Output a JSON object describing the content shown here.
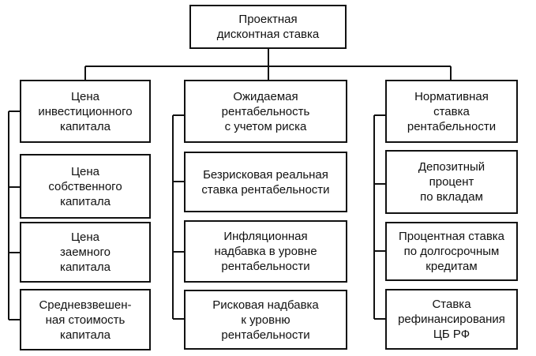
{
  "root": {
    "label": "Проектная\nдисконтная ставка"
  },
  "columns": [
    {
      "header": "Цена\nинвестиционного\nкапитала",
      "children": [
        "Цена\nсобственного\nкапитала",
        "Цена\nзаемного\nкапитала",
        "Средневзвешен-\nная стоимость\nкапитала"
      ]
    },
    {
      "header": "Ожидаемая\nрентабельность\nс учетом риска",
      "children": [
        "Безрисковая реальная\nставка рентабельности",
        "Инфляционная\nнадбавка в уровне\nрентабельности",
        "Рисковая надбавка\nк уровню\nрентабельности"
      ]
    },
    {
      "header": "Нормативная\nставка\nрентабельности",
      "children": [
        "Депозитный\nпроцент\nпо вкладам",
        "Процентная ставка\nпо долгосрочным\nкредитам",
        "Ставка\nрефинансирования\nЦБ РФ"
      ]
    }
  ]
}
